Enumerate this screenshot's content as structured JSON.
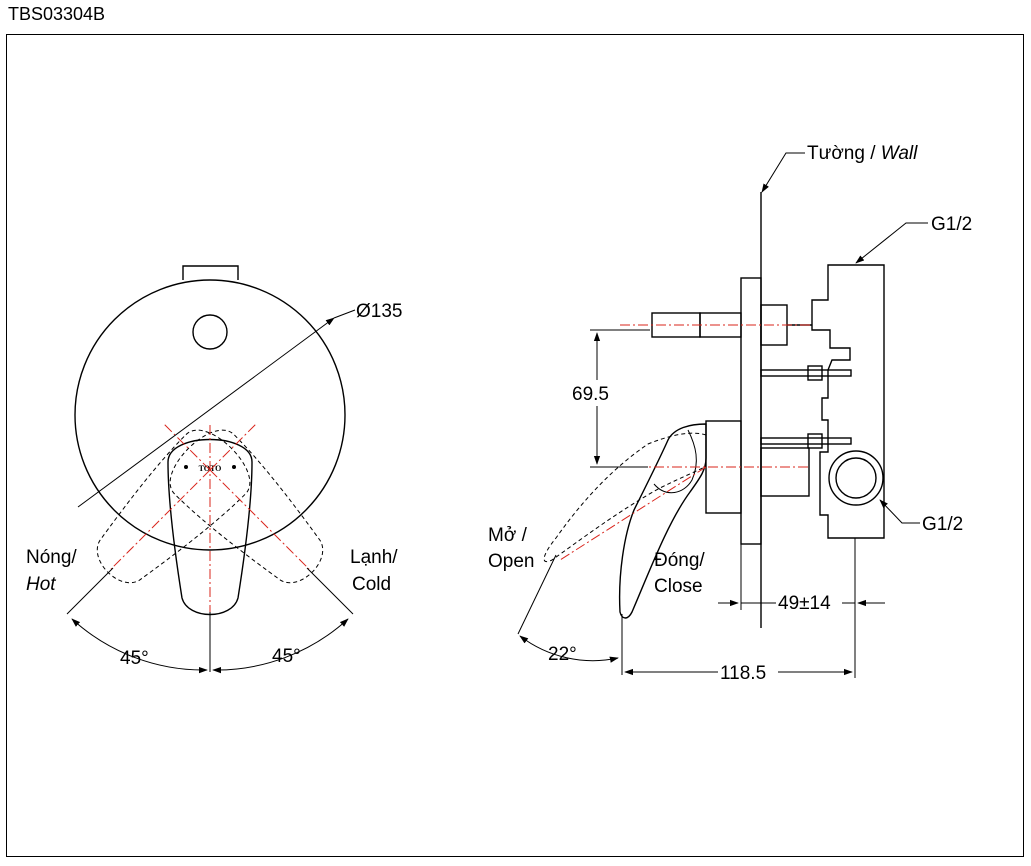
{
  "model_code": "TBS03304B",
  "logo_text": "TOTO",
  "front_view": {
    "diameter": "Ø135",
    "hot_vi": "Nóng/",
    "hot_en": "Hot",
    "cold_vi": "Lạnh/",
    "cold_en": "Cold",
    "angle_left": "45°",
    "angle_right": "45°"
  },
  "side_view": {
    "wall_vi": "Tường / ",
    "wall_en": "Wall",
    "inlet_top": "G1/2",
    "inlet_side": "G1/2",
    "height": "69.5",
    "open_vi": "Mở /",
    "open_en": "Open",
    "close_vi": "Đóng/",
    "close_en": "Close",
    "angle": "22°",
    "depth_adjust": "49±14",
    "total_depth": "118.5"
  }
}
